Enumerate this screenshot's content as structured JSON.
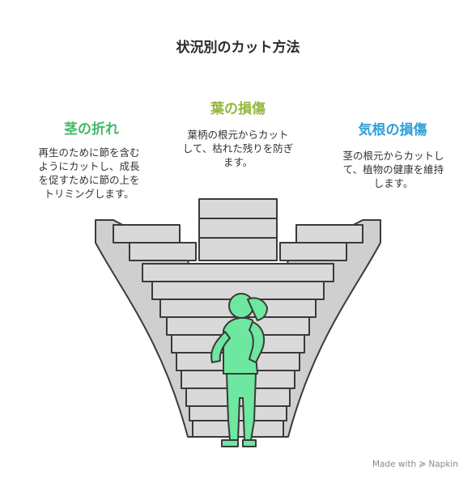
{
  "title": "状況別のカット方法",
  "sections": {
    "left": {
      "title": "茎の折れ",
      "description": "再生のために節を含む\nようにカットし、成長\nを促すために節の上を\nトリミングします。",
      "color": "#43b96b"
    },
    "mid": {
      "title": "葉の損傷",
      "description": "葉柄の根元からカット\nして、枯れた残りを防ぎ\nます。",
      "color": "#94b83d"
    },
    "right": {
      "title": "気根の損傷",
      "description": "茎の根元からカットし\nて、植物の健康を維持\nします。",
      "color": "#2f9fd6"
    }
  },
  "footer": {
    "made_with": "Made with",
    "brand": "Napkin",
    "icon": "napkin-logo-icon"
  },
  "colors": {
    "stairs_fill": "#d9d9d9",
    "stroke": "#3a3a3a",
    "figure": "#6ee7a0"
  }
}
